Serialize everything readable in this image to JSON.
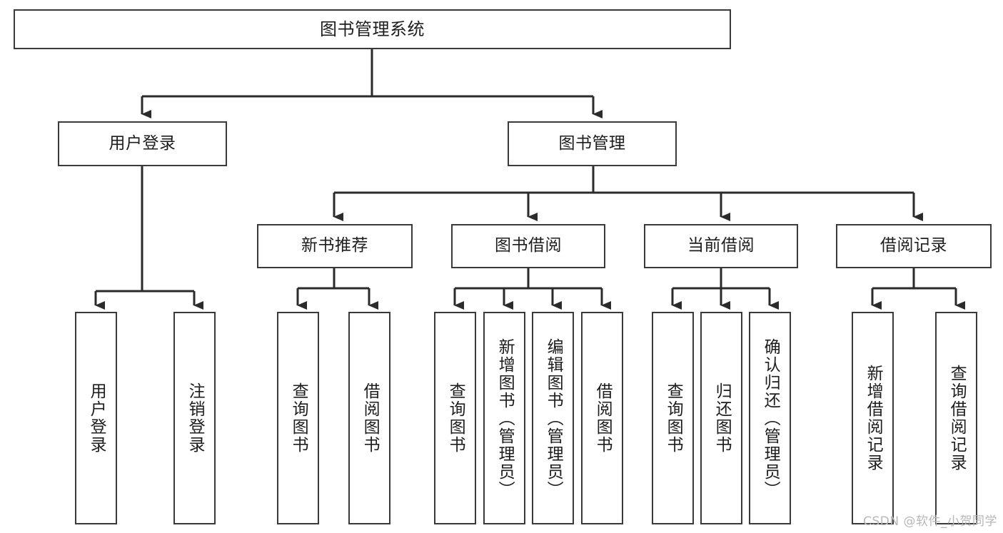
{
  "diagram": {
    "type": "tree",
    "title": "图书管理系统",
    "watermark": "CSDN @软件_小贺同学",
    "style": {
      "background": "#ffffff",
      "node_border": "#3a3a3a",
      "node_fill": "#ffffff",
      "edge_color": "#2b2b2b",
      "text_color": "#1d1d1d",
      "watermark_color": "#b7b7b7"
    },
    "nodes": {
      "root": {
        "label": "图书管理系统"
      },
      "level2": [
        {
          "id": "user-login",
          "label": "用户登录"
        },
        {
          "id": "book-manage",
          "label": "图书管理"
        }
      ],
      "level3": [
        {
          "id": "new-book-recommend",
          "label": "新书推荐"
        },
        {
          "id": "book-borrow",
          "label": "图书借阅"
        },
        {
          "id": "current-borrow",
          "label": "当前借阅"
        },
        {
          "id": "borrow-record",
          "label": "借阅记录"
        }
      ],
      "leaves": [
        {
          "id": "leaf-user-login",
          "label": "用户登录",
          "parent": "user-login"
        },
        {
          "id": "leaf-user-logout",
          "label": "注销登录",
          "parent": "user-login"
        },
        {
          "id": "leaf-query-book-1",
          "label": "查询图书",
          "parent": "new-book-recommend"
        },
        {
          "id": "leaf-borrow-book-1",
          "label": "借阅图书",
          "parent": "new-book-recommend"
        },
        {
          "id": "leaf-query-book-2",
          "label": "查询图书",
          "parent": "book-borrow"
        },
        {
          "id": "leaf-add-book",
          "label": "新增图书（管理员）",
          "parent": "book-borrow"
        },
        {
          "id": "leaf-edit-book",
          "label": "编辑图书（管理员）",
          "parent": "book-borrow"
        },
        {
          "id": "leaf-borrow-book-2",
          "label": "借阅图书",
          "parent": "book-borrow"
        },
        {
          "id": "leaf-query-book-3",
          "label": "查询图书",
          "parent": "current-borrow"
        },
        {
          "id": "leaf-return-book",
          "label": "归还图书",
          "parent": "current-borrow"
        },
        {
          "id": "leaf-confirm-return",
          "label": "确认归还（管理员）",
          "parent": "current-borrow"
        },
        {
          "id": "leaf-add-record",
          "label": "新增借阅记录",
          "parent": "borrow-record"
        },
        {
          "id": "leaf-query-record",
          "label": "查询借阅记录",
          "parent": "borrow-record"
        }
      ]
    }
  }
}
